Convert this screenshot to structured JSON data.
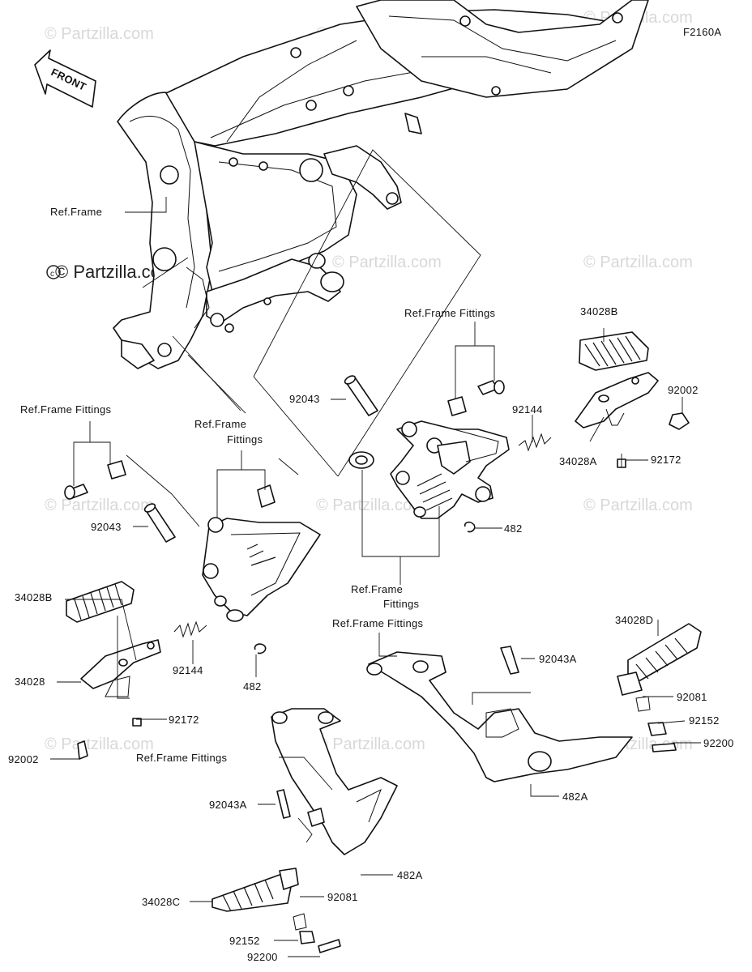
{
  "diagram": {
    "code": "F2160A",
    "front_label": "FRONT",
    "watermark": "© Partzilla.com",
    "labels": {
      "ref_frame": "Ref.Frame",
      "ref_frame_fittings_1": "Ref.Frame Fittings",
      "ref_frame_fittings_2": "Ref.Frame Fittings",
      "ref_frame_fittings_3a": "Ref.Frame",
      "ref_frame_fittings_3b": "Fittings",
      "ref_frame_fittings_4a": "Ref.Frame",
      "ref_frame_fittings_4b": "Fittings",
      "ref_frame_fittings_5": "Ref.Frame Fittings",
      "ref_frame_fittings_6": "Ref.Frame Fittings",
      "p92043_r": "92043",
      "p92043_l": "92043",
      "p34028B_r": "34028B",
      "p92002_r": "92002",
      "p92144_r": "92144",
      "p34028A": "34028A",
      "p92172_r": "92172",
      "p482_r": "482",
      "p34028B_l": "34028B",
      "p34028": "34028",
      "p92144_l": "92144",
      "p482_l": "482",
      "p92172_l": "92172",
      "p92002_l": "92002",
      "p34028D": "34028D",
      "p92043A_r": "92043A",
      "p92081_r": "92081",
      "p92152_r": "92152",
      "p92200_r": "92200",
      "p482A_r": "482A",
      "p92043A_l": "92043A",
      "p482A_l": "482A",
      "p34028C": "34028C",
      "p92081_l": "92081",
      "p92152_l": "92152",
      "p92200_l": "92200"
    }
  }
}
